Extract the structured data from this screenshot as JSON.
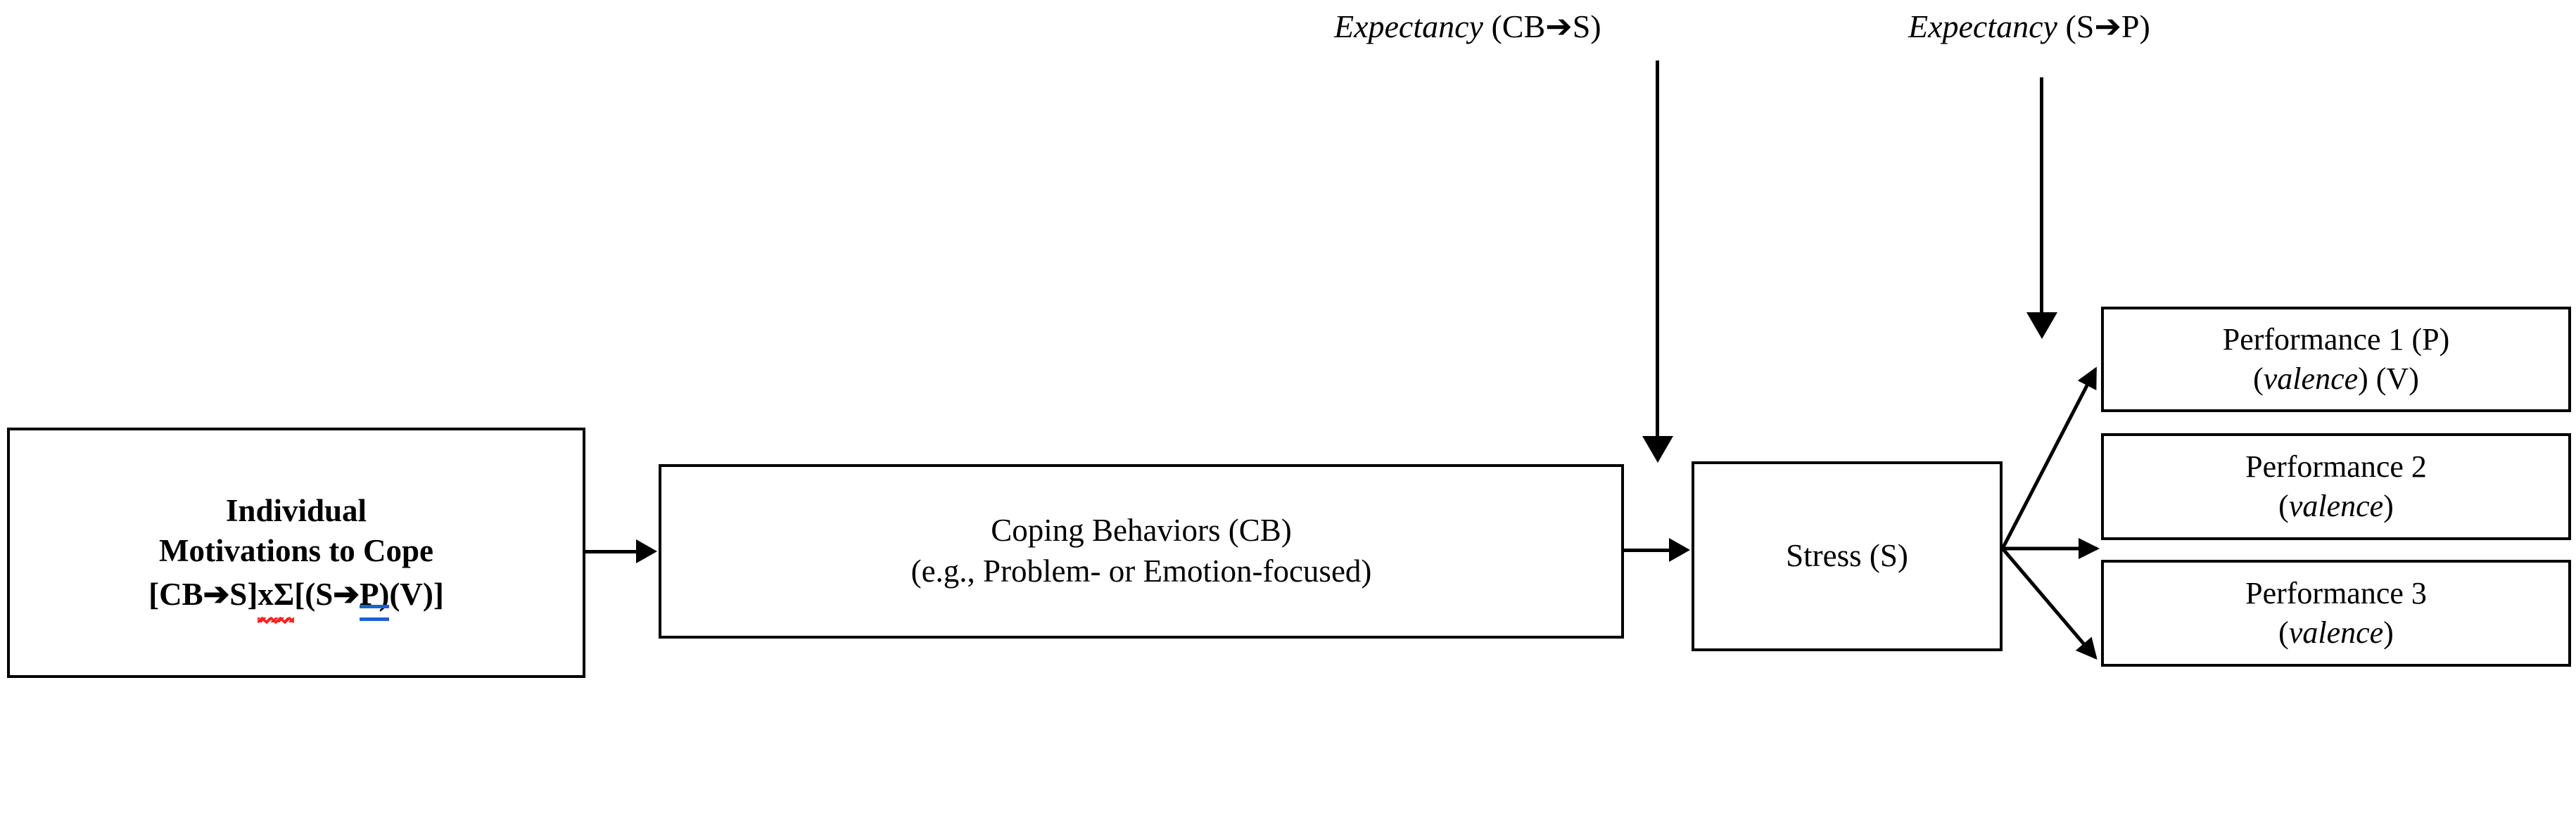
{
  "diagram": {
    "title": "Individual Motivations to Cope model",
    "type": "flow-diagram",
    "colors": {
      "stroke": "#000000",
      "background": "#ffffff",
      "spellcheck_squiggle": "#ff2020",
      "grammar_underline": "#1f5fd0"
    }
  },
  "nodes": {
    "motivations": {
      "line1": "Individual",
      "line2": "Motivations to Cope",
      "formula_prefix": "[CB➔S]",
      "formula_spellcheck": "xΣ",
      "formula_mid": "[(S➔",
      "formula_grammar": "P)",
      "formula_suffix": "(V)]",
      "formula_full": "[CB➔S]xΣ[(S➔P)(V)]"
    },
    "coping": {
      "line1": "Coping Behaviors (CB)",
      "line2": "(e.g., Problem- or Emotion-focused)"
    },
    "stress": {
      "line1": "Stress (S)"
    },
    "performance1": {
      "line1": "Performance 1 (P)",
      "line2_italic": "valence",
      "line2_suffix": "(V)"
    },
    "performance2": {
      "line1": "Performance 2",
      "line2_italic": "valence"
    },
    "performance3": {
      "line1": "Performance 3",
      "line2_italic": "valence"
    }
  },
  "labels": {
    "expectancy_cb_s": {
      "italic_part": "Expectancy",
      "plain_part": "(CB➔S)"
    },
    "expectancy_s_p": {
      "italic_part": "Expectancy",
      "plain_part": "(S➔P)"
    }
  },
  "connectors": [
    {
      "name": "motivations-to-coping",
      "from": "motivations",
      "to": "coping",
      "direction": "right"
    },
    {
      "name": "coping-to-stress",
      "from": "coping",
      "to": "stress",
      "direction": "right"
    },
    {
      "name": "expectancy-cb-s-to-stress",
      "from": "expectancy_cb_s",
      "to": "stress",
      "direction": "down"
    },
    {
      "name": "expectancy-s-p-to-performance",
      "from": "expectancy_s_p",
      "to": "performance1",
      "direction": "down"
    },
    {
      "name": "stress-to-performance1",
      "from": "stress",
      "to": "performance1",
      "direction": "up-right"
    },
    {
      "name": "stress-to-performance2",
      "from": "stress",
      "to": "performance2",
      "direction": "right"
    },
    {
      "name": "stress-to-performance3",
      "from": "stress",
      "to": "performance3",
      "direction": "down-right"
    }
  ]
}
